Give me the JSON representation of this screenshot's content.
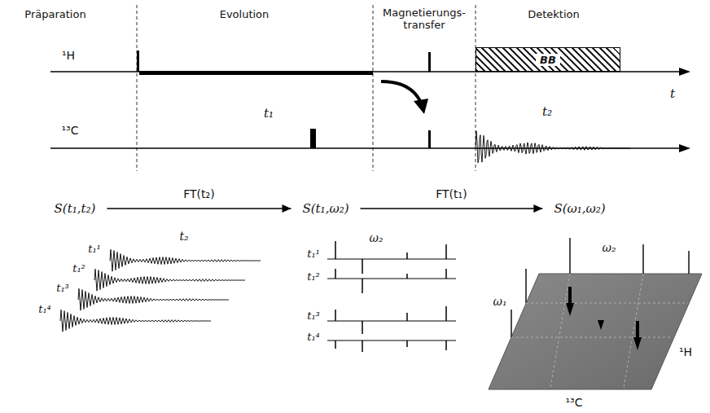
{
  "diagram": {
    "nodes": [
      {
        "text": [
          "BB"
        ]
      },
      {
        "text": [
          "S(t₁,t₂)"
        ]
      },
      {
        "text": [
          "S(t₁,ω₂)"
        ]
      },
      {
        "text": [
          "S(ω₁,ω₂)"
        ]
      }
    ],
    "edges": [
      {
        "from": 1,
        "to": 2,
        "arrow": "to",
        "label": "FT(t₂)"
      },
      {
        "from": 2,
        "to": 3,
        "arrow": "to",
        "label": "FT(t₁)"
      }
    ],
    "labels": [
      "Präparation",
      "Evolution",
      "Magnetierungs- transfer",
      "Detektion",
      "¹H",
      "¹³C",
      "t₁",
      "t₂",
      "t",
      "t₂",
      "t₁¹",
      "t₁²",
      "t₁³",
      "t₁⁴",
      "ω₂",
      "t₁¹",
      "t₁²",
      "t₁³",
      "t₁⁴",
      "ω₂",
      "ω₁",
      "¹H",
      "¹³C"
    ]
  }
}
